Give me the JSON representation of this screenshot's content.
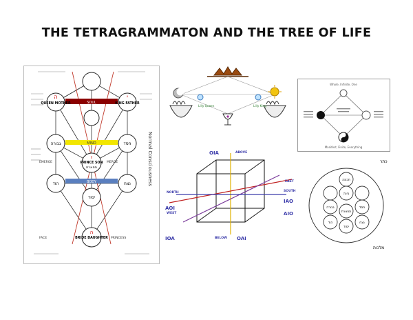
{
  "title": "THE TETRAGRAMMATON AND THE TREE OF LIFE",
  "tree": {
    "sefirot": {
      "queen_mother": "QUEEN MOTHER",
      "king_father": "KING FATHER",
      "prince_son": "PRINCE SON",
      "bride_daughter": "BRIDE DAUGHTER"
    },
    "bars": {
      "soul": "SOUL",
      "mind": "MIND",
      "body": "BODY"
    },
    "hebrew": {
      "he": "ה",
      "yod": "י",
      "vav": "ו",
      "gevurah": "גבורה",
      "chesed": "חסד",
      "tiferet": "תפארת",
      "netzach": "נצח",
      "hod": "הוד",
      "yesod": "יסוד"
    },
    "side_words": {
      "left_mid": "EMERGE",
      "right_mid": "MERGE",
      "bottom_left": "FACE",
      "bottom_right": "PRINCESS"
    },
    "vertical_text": "Normal Consciousness"
  },
  "cube": {
    "above": "ABOVE",
    "below": "BELOW",
    "east": "EAST",
    "west": "WEST",
    "north": "NORTH",
    "south": "SOUTH",
    "codes": {
      "top": "OIA",
      "east": "IAO",
      "south": "AIO",
      "bottom": "OAI",
      "west": "IOA",
      "north": "AOI"
    }
  },
  "sun_moon": {
    "left_label": "Lilly\nQueen",
    "right_label": "Lilly\nKing"
  },
  "taiji": {
    "top_caption": "Whole, Infinite, One",
    "bottom_caption": "Manifest, Finite, Everything"
  },
  "circles": {
    "top_label": "כתר",
    "labels": [
      "חכמה",
      "בינה",
      "חסד",
      "גבורה",
      "תפארת",
      "נצח",
      "הוד",
      "יסוד",
      "מלכות"
    ]
  }
}
